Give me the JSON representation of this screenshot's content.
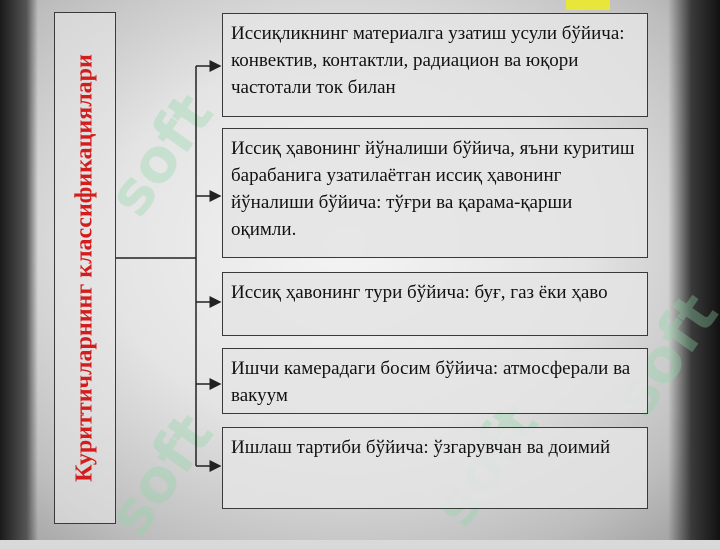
{
  "diagram": {
    "title": "Куриттичларнинг классификациялари",
    "items": [
      {
        "text": "Иссиқликнинг материалга узатиш усули бўйича: конвектив, контактли, радиацион ва юқори частотали ток билан"
      },
      {
        "text": "Иссиқ ҳавонинг йўналиши бўйича, яъни куритиш барабанига узатилаётган иссиқ ҳавонинг йўналиши бўйича: тўғри ва қарама-қарши оқимли."
      },
      {
        "text": "Иссиқ ҳавонинг тури бўйича: буғ, газ ёки ҳаво"
      },
      {
        "text": "Ишчи камерадаги босим бўйича: атмосферали ва вакуум"
      },
      {
        "text": "Ишлаш тартиби бўйича: ўзгарувчан ва доимий"
      }
    ]
  },
  "watermark": {
    "text": "soft"
  },
  "colors": {
    "title": "#d41c1c",
    "accent": "#e8e63a",
    "watermark": "#8ed6a8"
  }
}
